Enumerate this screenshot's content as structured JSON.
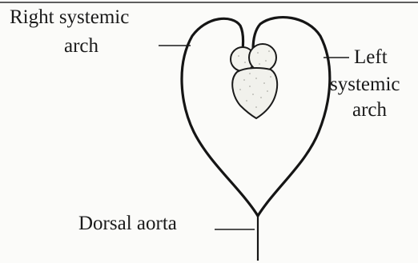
{
  "labels": {
    "right_systemic_arch": [
      "Right systemic",
      "arch"
    ],
    "left_systemic_arch": [
      "Left",
      "systemic",
      "arch"
    ],
    "dorsal_aorta": "Dorsal aorta"
  },
  "colors": {
    "ink": "#1a1a1a",
    "heart_fill": "#f3f3ee",
    "background": "#fbfbf9"
  }
}
